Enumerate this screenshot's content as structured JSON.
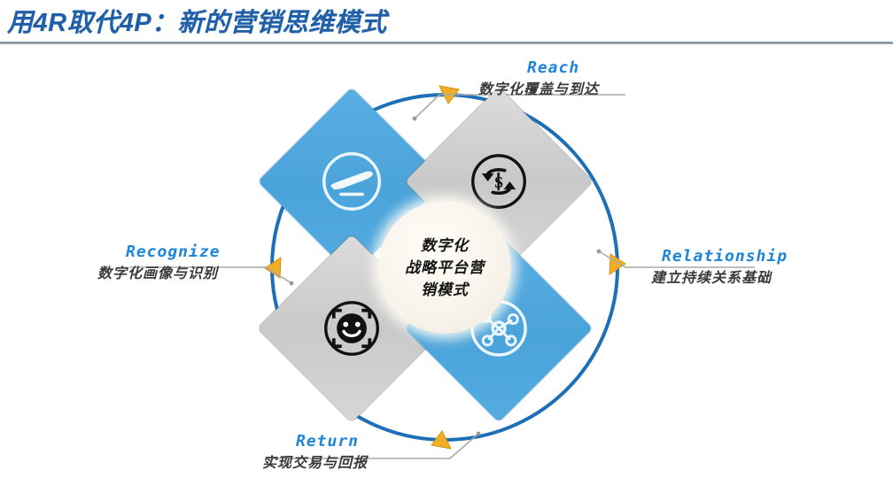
{
  "title": "用4R取代4P：新的营销思维模式",
  "center": {
    "lines": [
      "数字化",
      "战略平台营",
      "销模式"
    ]
  },
  "colors": {
    "title": "#1F5FA8",
    "label_en": "#1E86D6",
    "label_cn": "#3A3A3A",
    "diamond_blue": "#4FA6DC",
    "diamond_gray": "#CFCFCF",
    "ring": "#1D6FB8",
    "arrow": "#F2AE28",
    "center_fill": "#F6F2E9"
  },
  "nodes": [
    {
      "key": "reach",
      "en": "Reach",
      "cn": "数字化覆盖与到达",
      "icon": "plane-takeoff-icon",
      "fill": "blue",
      "position": "top-left"
    },
    {
      "key": "return",
      "en": "Return",
      "cn": "实现交易与回报",
      "icon": "money-cycle-icon",
      "fill": "gray",
      "position": "top-right"
    },
    {
      "key": "recognize",
      "en": "Recognize",
      "cn": "数字化画像与识别",
      "icon": "face-recognition-icon",
      "fill": "gray",
      "position": "bottom-left"
    },
    {
      "key": "relationship",
      "en": "Relationship",
      "cn": "建立持续关系基础",
      "icon": "network-nodes-icon",
      "fill": "blue",
      "position": "bottom-right"
    }
  ],
  "ring": {
    "arrows": [
      "top",
      "right",
      "bottom",
      "left"
    ],
    "direction": "clockwise"
  }
}
